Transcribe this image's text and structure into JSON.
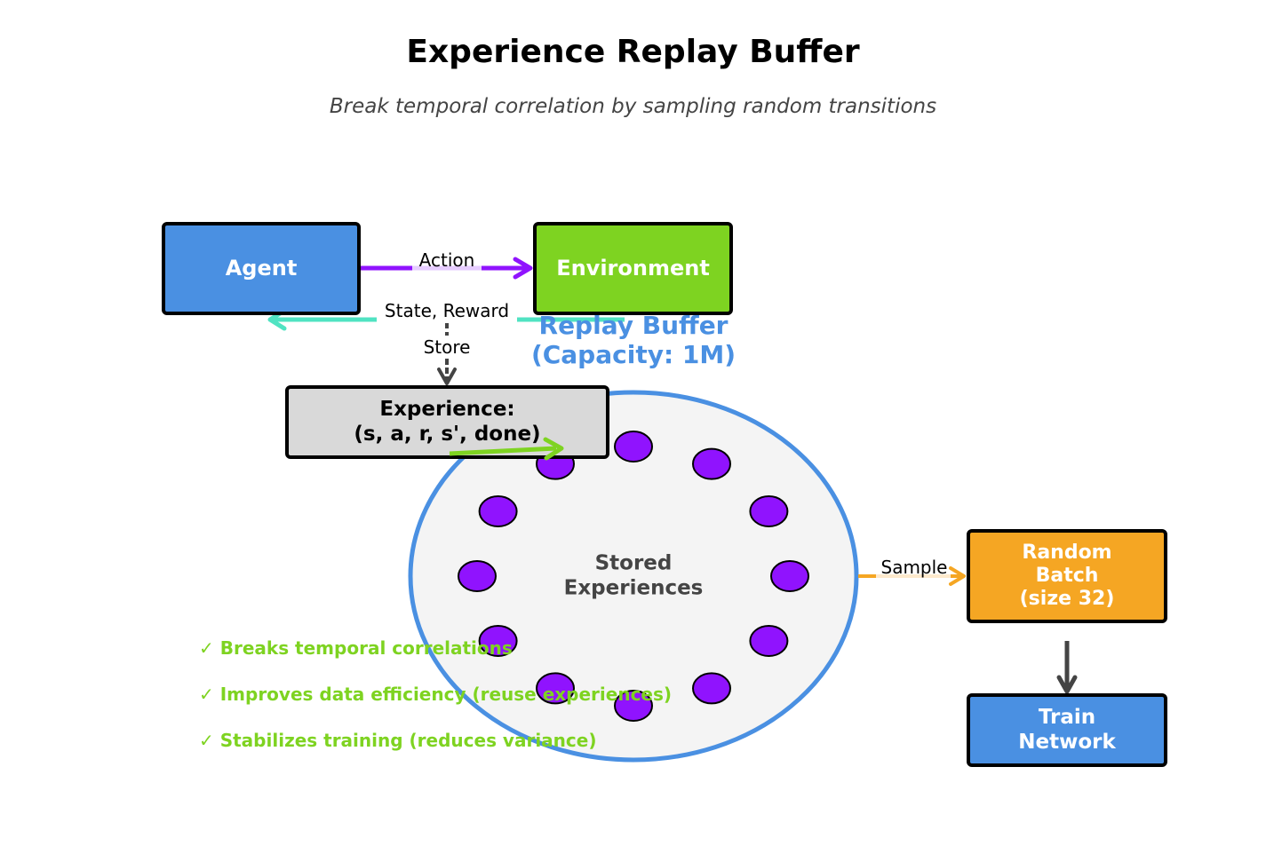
{
  "title": "Experience Replay Buffer",
  "subtitle": "Break temporal correlation by sampling random transitions",
  "nodes": {
    "agent": "Agent",
    "environment": "Environment",
    "experience_line1": "Experience:",
    "experience_line2": "(s, a, r, s', done)",
    "random_batch_line1": "Random",
    "random_batch_line2": "Batch",
    "random_batch_line3": "(size 32)",
    "train_line1": "Train",
    "train_line2": "Network"
  },
  "edges": {
    "action": "Action",
    "state_reward": "State, Reward",
    "store": "Store",
    "sample": "Sample"
  },
  "replay_buffer": {
    "title_line1": "Replay Buffer",
    "title_line2": "(Capacity: 1M)",
    "center_line1": "Stored",
    "center_line2": "Experiences",
    "stored_item_count": 12
  },
  "benefits": [
    "✓ Breaks temporal correlations",
    "✓ Improves data efficiency (reuse experiences)",
    "✓ Stabilizes training (reduces variance)"
  ],
  "colors": {
    "agent": "#4a90e2",
    "environment": "#7ed321",
    "experience": "#d9d9d9",
    "random_batch": "#f5a623",
    "train": "#4a90e2",
    "buffer_outline": "#4a90e2",
    "buffer_fill": "#f4f4f4",
    "stored_item": "#9013fe",
    "action_arrow": "#9013fe",
    "state_arrow": "#50e3c2",
    "store_arrow": "#444444",
    "insert_arrow": "#7ed321",
    "sample_arrow": "#f5a623",
    "benefit_text": "#7ed321"
  }
}
